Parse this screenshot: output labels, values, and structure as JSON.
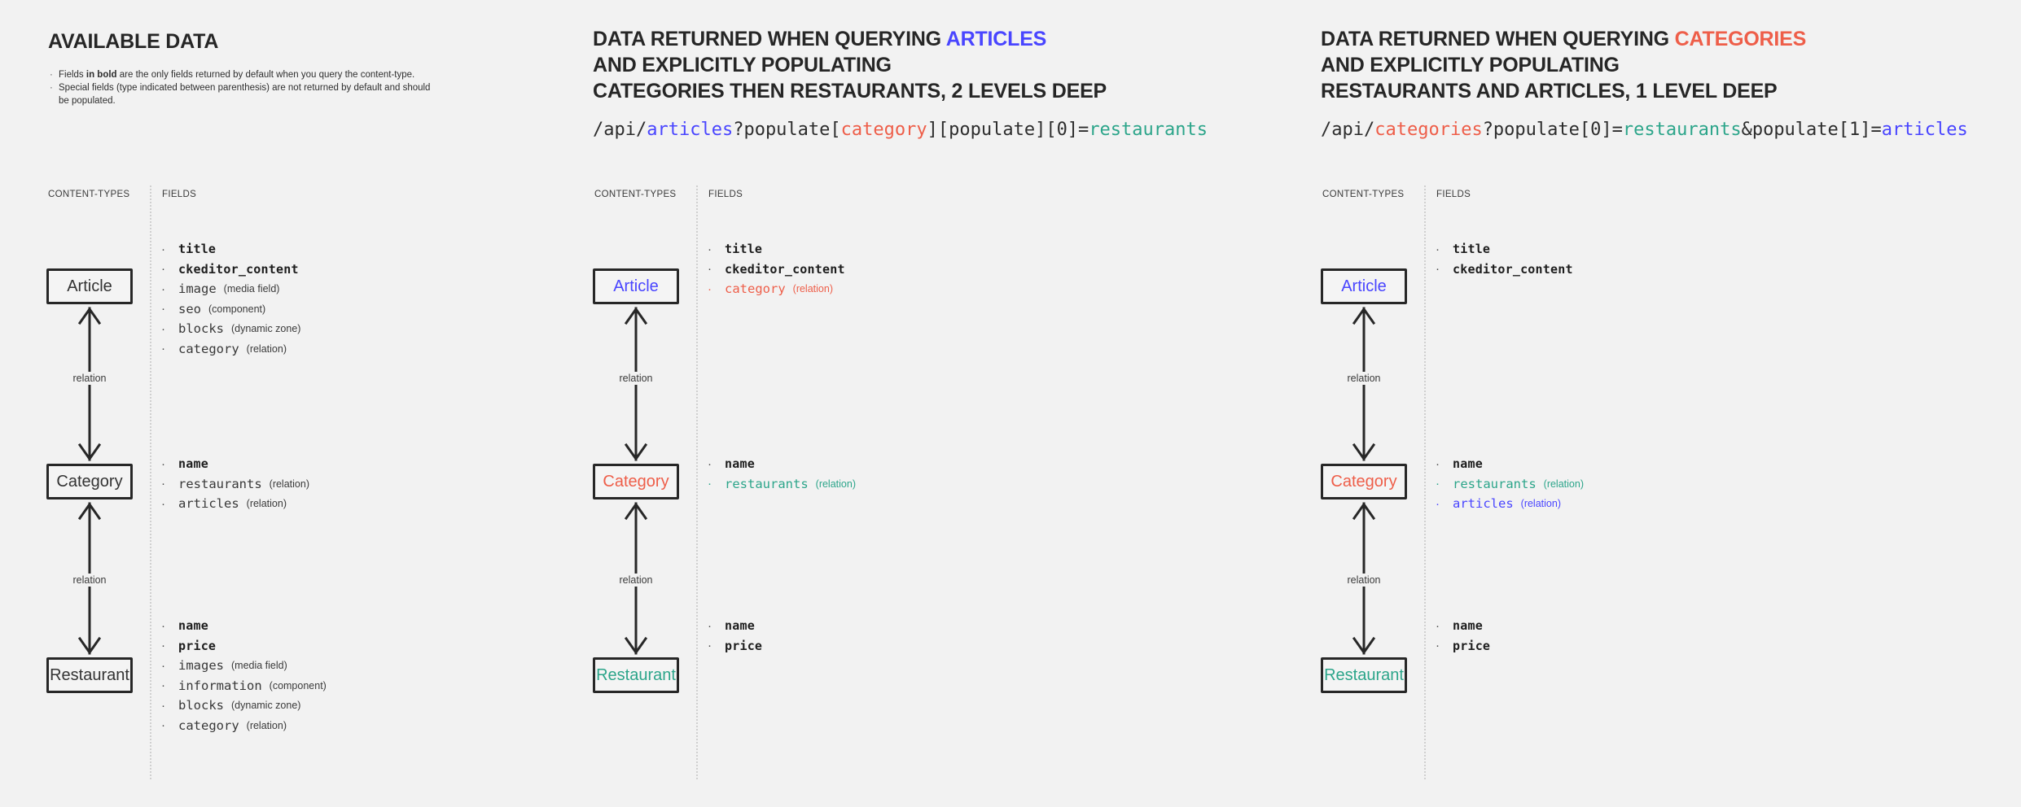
{
  "colors": {
    "background": "#f2f2f2",
    "heading_text": "#262626",
    "body_text": "#383838",
    "articles_blue": "#4945ff",
    "categories_red": "#ee5e49",
    "restaurants_teal": "#2ca58a",
    "box_border": "#272727"
  },
  "diagram_labels": {
    "content_types": "CONTENT-TYPES",
    "fields": "FIELDS",
    "relation": "relation"
  },
  "panels": [
    {
      "title": "AVAILABLE DATA",
      "notes": [
        {
          "pre": "Fields ",
          "bold": "in bold",
          "post": " are the only fields returned by default when you query the content-type."
        },
        {
          "pre": "Special fields (type indicated between parenthesis) are not returned by default and should be populated.",
          "bold": "",
          "post": ""
        }
      ],
      "types": [
        {
          "label": "Article",
          "fields": [
            {
              "name": "title",
              "bold": true
            },
            {
              "name": "ckeditor_content",
              "bold": true
            },
            {
              "name": "image",
              "type": "(media field)"
            },
            {
              "name": "seo",
              "type": "(component)"
            },
            {
              "name": "blocks",
              "type": "(dynamic zone)"
            },
            {
              "name": "category",
              "type": "(relation)"
            }
          ]
        },
        {
          "label": "Category",
          "fields": [
            {
              "name": "name",
              "bold": true
            },
            {
              "name": "restaurants",
              "type": "(relation)"
            },
            {
              "name": "articles",
              "type": "(relation)"
            }
          ]
        },
        {
          "label": "Restaurant",
          "fields": [
            {
              "name": "name",
              "bold": true
            },
            {
              "name": "price",
              "bold": true
            },
            {
              "name": "images",
              "type": "(media field)"
            },
            {
              "name": "information",
              "type": "(component)"
            },
            {
              "name": "blocks",
              "type": "(dynamic zone)"
            },
            {
              "name": "category",
              "type": "(relation)"
            }
          ]
        }
      ]
    },
    {
      "heading": {
        "line1_plain": "DATA RETURNED WHEN QUERYING ",
        "line1_accent": "ARTICLES",
        "line2": "AND EXPLICITLY POPULATING",
        "line3": "CATEGORIES THEN RESTAURANTS, 2 LEVELS DEEP"
      },
      "url": {
        "seg1": "/api/",
        "seg2": "articles",
        "seg3": "?populate[",
        "seg4": "category",
        "seg5": "][populate][0]=",
        "seg6": "restaurants"
      },
      "types": [
        {
          "label": "Article",
          "color": "blue",
          "fields": [
            {
              "name": "title",
              "bold": true
            },
            {
              "name": "ckeditor_content",
              "bold": true
            },
            {
              "name": "category",
              "type": "(relation)",
              "color": "red"
            }
          ]
        },
        {
          "label": "Category",
          "color": "red",
          "fields": [
            {
              "name": "name",
              "bold": true
            },
            {
              "name": "restaurants",
              "type": "(relation)",
              "color": "teal"
            }
          ]
        },
        {
          "label": "Restaurant",
          "color": "teal",
          "fields": [
            {
              "name": "name",
              "bold": true
            },
            {
              "name": "price",
              "bold": true
            }
          ]
        }
      ]
    },
    {
      "heading": {
        "line1_plain": "DATA RETURNED WHEN QUERYING ",
        "line1_accent": "CATEGORIES",
        "line2": "AND EXPLICITLY POPULATING",
        "line3": "RESTAURANTS AND ARTICLES, 1 LEVEL DEEP"
      },
      "url": {
        "seg1": "/api/",
        "seg2": "categories",
        "seg3": "?populate[0]=",
        "seg4": "restaurants",
        "seg5": "&populate[1]=",
        "seg6": "articles"
      },
      "types": [
        {
          "label": "Article",
          "color": "blue",
          "fields": [
            {
              "name": "title",
              "bold": true
            },
            {
              "name": "ckeditor_content",
              "bold": true
            }
          ]
        },
        {
          "label": "Category",
          "color": "red",
          "fields": [
            {
              "name": "name",
              "bold": true
            },
            {
              "name": "restaurants",
              "type": "(relation)",
              "color": "teal"
            },
            {
              "name": "articles",
              "type": "(relation)",
              "color": "blue"
            }
          ]
        },
        {
          "label": "Restaurant",
          "color": "teal",
          "fields": [
            {
              "name": "name",
              "bold": true
            },
            {
              "name": "price",
              "bold": true
            }
          ]
        }
      ]
    }
  ]
}
